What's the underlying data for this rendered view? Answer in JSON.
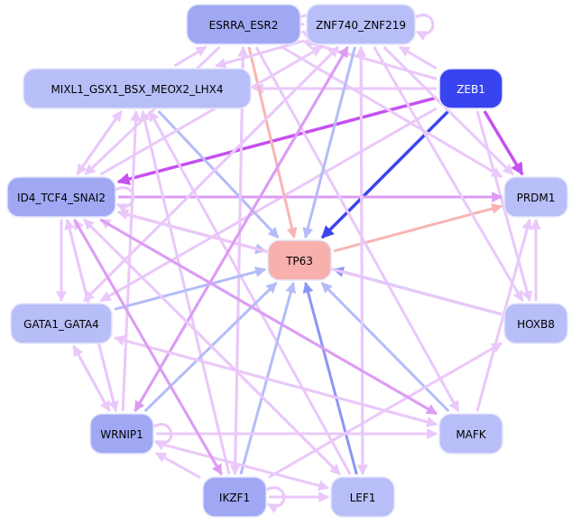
{
  "diagram": {
    "type": "directed-network",
    "colors": {
      "activation_light": "#eac8fa",
      "activation_mid": "#dc9cf4",
      "activation_strong": "#c550f0",
      "repression_light": "#b4bcf8",
      "repression_mid": "#8c96f4",
      "repression_strong": "#3c46ee",
      "salmon": "#f8b4b4",
      "node_light": "#b8bef8",
      "node_mid": "#a0a8f4",
      "node_dark": "#3844f0",
      "node_tp63": "#f8b0ac",
      "node_border": "#e4e6fc"
    },
    "nodes": [
      {
        "id": "ESRRA_ESR2",
        "label": "ESRRA_ESR2",
        "fill": "node_mid",
        "text": "#000000"
      },
      {
        "id": "ZNF740_ZNF219",
        "label": "ZNF740_ZNF219",
        "fill": "node_light",
        "text": "#000000"
      },
      {
        "id": "MIXL1",
        "label": "MIXL1_GSX1_BSX_MEOX2_LHX4",
        "fill": "node_light",
        "text": "#000000"
      },
      {
        "id": "ZEB1",
        "label": "ZEB1",
        "fill": "node_dark",
        "text": "#ffffff"
      },
      {
        "id": "ID4",
        "label": "ID4_TCF4_SNAI2",
        "fill": "node_mid",
        "text": "#000000"
      },
      {
        "id": "PRDM1",
        "label": "PRDM1",
        "fill": "node_light",
        "text": "#000000"
      },
      {
        "id": "TP63",
        "label": "TP63",
        "fill": "node_tp63",
        "text": "#000000"
      },
      {
        "id": "GATA",
        "label": "GATA1_GATA4",
        "fill": "node_light",
        "text": "#000000"
      },
      {
        "id": "HOXB8",
        "label": "HOXB8",
        "fill": "node_light",
        "text": "#000000"
      },
      {
        "id": "WRNIP1",
        "label": "WRNIP1",
        "fill": "node_mid",
        "text": "#000000"
      },
      {
        "id": "MAFK",
        "label": "MAFK",
        "fill": "node_light",
        "text": "#000000"
      },
      {
        "id": "IKZF1",
        "label": "IKZF1",
        "fill": "node_mid",
        "text": "#000000"
      },
      {
        "id": "LEF1",
        "label": "LEF1",
        "fill": "node_light",
        "text": "#000000"
      }
    ],
    "edges": [
      {
        "from": "ZEB1",
        "to": "PRDM1",
        "color": "activation_strong"
      },
      {
        "from": "ZEB1",
        "to": "ID4",
        "color": "activation_strong"
      },
      {
        "from": "ZEB1",
        "to": "TP63",
        "color": "repression_strong"
      },
      {
        "from": "ZEB1",
        "to": "ZNF740_ZNF219",
        "color": "activation_light"
      },
      {
        "from": "ZEB1",
        "to": "MIXL1",
        "color": "activation_light"
      },
      {
        "from": "ZEB1",
        "to": "GATA",
        "color": "activation_light"
      },
      {
        "from": "ZEB1",
        "to": "ESRRA_ESR2",
        "color": "activation_light"
      },
      {
        "from": "ZEB1",
        "to": "HOXB8",
        "color": "activation_light"
      },
      {
        "from": "ID4",
        "to": "PRDM1",
        "color": "activation_mid"
      },
      {
        "from": "ID4",
        "to": "TP63",
        "color": "repression_light"
      },
      {
        "from": "TP63",
        "to": "ID4",
        "color": "salmon"
      },
      {
        "from": "TP63",
        "to": "PRDM1",
        "color": "salmon"
      },
      {
        "from": "ESRRA_ESR2",
        "to": "TP63",
        "color": "salmon"
      },
      {
        "from": "ESRRA_ESR2",
        "to": "PRDM1",
        "color": "activation_light"
      },
      {
        "from": "ESRRA_ESR2",
        "to": "ZNF740_ZNF219",
        "color": "activation_light"
      },
      {
        "from": "ESRRA_ESR2",
        "to": "ID4",
        "color": "activation_light"
      },
      {
        "from": "ESRRA_ESR2",
        "to": "MAFK",
        "color": "activation_light"
      },
      {
        "from": "ESRRA_ESR2",
        "to": "IKZF1",
        "color": "activation_light"
      },
      {
        "from": "ZNF740_ZNF219",
        "to": "TP63",
        "color": "repression_light"
      },
      {
        "from": "ZNF740_ZNF219",
        "to": "PRDM1",
        "color": "activation_light"
      },
      {
        "from": "ZNF740_ZNF219",
        "to": "HOXB8",
        "color": "activation_light"
      },
      {
        "from": "ZNF740_ZNF219",
        "to": "MIXL1",
        "color": "activation_light"
      },
      {
        "from": "ZNF740_ZNF219",
        "to": "GATA",
        "color": "activation_light"
      },
      {
        "from": "ZNF740_ZNF219",
        "to": "WRNIP1",
        "color": "activation_mid"
      },
      {
        "from": "ZNF740_ZNF219",
        "to": "LEF1",
        "color": "activation_light"
      },
      {
        "from": "MIXL1",
        "to": "TP63",
        "color": "repression_light"
      },
      {
        "from": "MIXL1",
        "to": "ID4",
        "color": "activation_light"
      },
      {
        "from": "MIXL1",
        "to": "ESRRA_ESR2",
        "color": "activation_light"
      },
      {
        "from": "IKZF1",
        "to": "MIXL1",
        "color": "activation_light"
      },
      {
        "from": "WRNIP1",
        "to": "MIXL1",
        "color": "activation_light"
      },
      {
        "from": "LEF1",
        "to": "MIXL1",
        "color": "activation_light"
      },
      {
        "from": "MAFK",
        "to": "TP63",
        "color": "repression_light"
      },
      {
        "from": "MAFK",
        "to": "ID4",
        "color": "activation_light"
      },
      {
        "from": "MAFK",
        "to": "PRDM1",
        "color": "activation_light"
      },
      {
        "from": "MAFK",
        "to": "GATA",
        "color": "activation_light"
      },
      {
        "from": "HOXB8",
        "to": "TP63",
        "color": "repression_mid"
      },
      {
        "from": "HOXB8",
        "to": "PRDM1",
        "color": "activation_light"
      },
      {
        "from": "HOXB8",
        "to": "ID4",
        "color": "activation_light"
      },
      {
        "from": "LEF1",
        "to": "TP63",
        "color": "repression_mid"
      },
      {
        "from": "LEF1",
        "to": "ID4",
        "color": "activation_light"
      },
      {
        "from": "LEF1",
        "to": "ZNF740_ZNF219",
        "color": "activation_light"
      },
      {
        "from": "IKZF1",
        "to": "TP63",
        "color": "repression_light"
      },
      {
        "from": "IKZF1",
        "to": "ID4",
        "color": "activation_light"
      },
      {
        "from": "IKZF1",
        "to": "ESRRA_ESR2",
        "color": "activation_light"
      },
      {
        "from": "IKZF1",
        "to": "LEF1",
        "color": "activation_light"
      },
      {
        "from": "IKZF1",
        "to": "WRNIP1",
        "color": "activation_light"
      },
      {
        "from": "IKZF1",
        "to": "HOXB8",
        "color": "activation_light"
      },
      {
        "from": "WRNIP1",
        "to": "TP63",
        "color": "repression_light"
      },
      {
        "from": "WRNIP1",
        "to": "ID4",
        "color": "activation_light"
      },
      {
        "from": "WRNIP1",
        "to": "GATA",
        "color": "activation_light"
      },
      {
        "from": "WRNIP1",
        "to": "ZNF740_ZNF219",
        "color": "activation_mid"
      },
      {
        "from": "WRNIP1",
        "to": "MAFK",
        "color": "activation_light"
      },
      {
        "from": "WRNIP1",
        "to": "LEF1",
        "color": "activation_light"
      },
      {
        "from": "GATA",
        "to": "TP63",
        "color": "repression_light"
      },
      {
        "from": "GATA",
        "to": "ZNF740_ZNF219",
        "color": "activation_light"
      },
      {
        "from": "GATA",
        "to": "MAFK",
        "color": "activation_light"
      },
      {
        "from": "ID4",
        "to": "GATA",
        "color": "activation_light"
      },
      {
        "from": "ID4",
        "to": "MIXL1",
        "color": "activation_light"
      },
      {
        "from": "ID4",
        "to": "MAFK",
        "color": "activation_mid"
      },
      {
        "from": "ID4",
        "to": "IKZF1",
        "color": "activation_mid"
      },
      {
        "from": "ID4",
        "to": "LEF1",
        "color": "activation_light"
      },
      {
        "from": "ID4",
        "to": "ZNF740_ZNF219",
        "color": "activation_light"
      },
      {
        "from": "ID4",
        "to": "WRNIP1",
        "color": "activation_light"
      },
      {
        "from": "GATA",
        "to": "WRNIP1",
        "color": "activation_light"
      }
    ],
    "self_loops": [
      "ESRRA_ESR2",
      "ZNF740_ZNF219",
      "IKZF1",
      "WRNIP1",
      "ID4"
    ]
  }
}
